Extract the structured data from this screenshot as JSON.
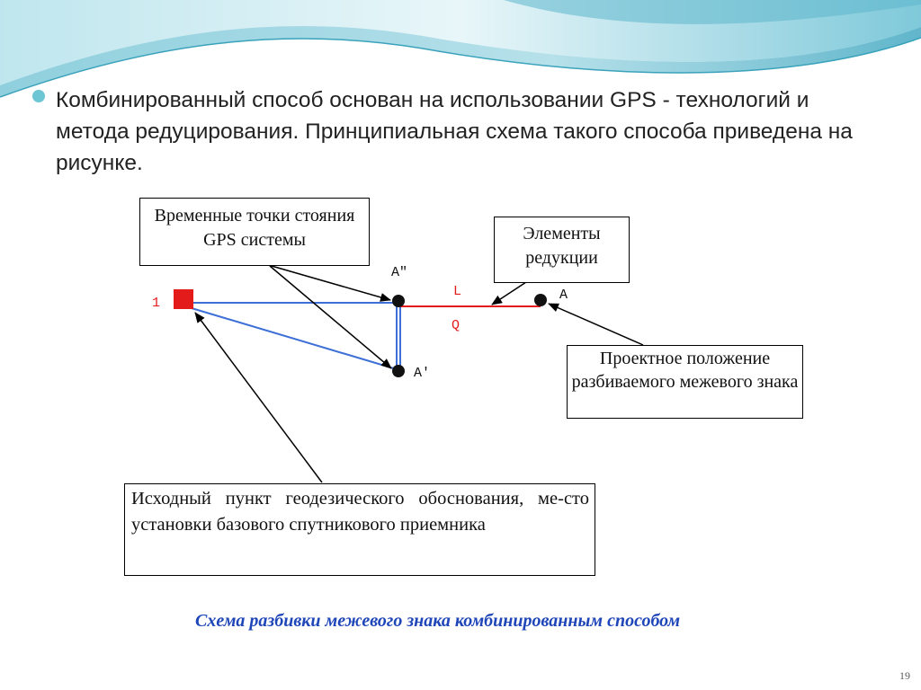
{
  "slide": {
    "bullet_text": "Комбинированный способ основан на использовании GPS - технологий и метода редуцирования. Принципиальная схема такого способа приведена на рисунке.",
    "page_number": "19"
  },
  "diagram": {
    "box_temporary": "Временные точки стояния GPS системы",
    "box_reduction": "Элементы редукции",
    "box_project": "Проектное положение разбиваемого межевого знака",
    "box_source": "Исходный пункт геодезического обоснования, ме-сто установки базового спутникового приемника",
    "label_base": "1",
    "label_a_double": "A″",
    "label_a_prime": "A′",
    "label_a": "A",
    "label_l": "L",
    "label_q": "Q",
    "caption": "Схема разбивки межевого знака комбинированным способом",
    "colors": {
      "base_point": "#e41b1b",
      "lines": "#3d6fd6",
      "reduction_line": "#e41b1b",
      "caption": "#1f46b8"
    }
  }
}
